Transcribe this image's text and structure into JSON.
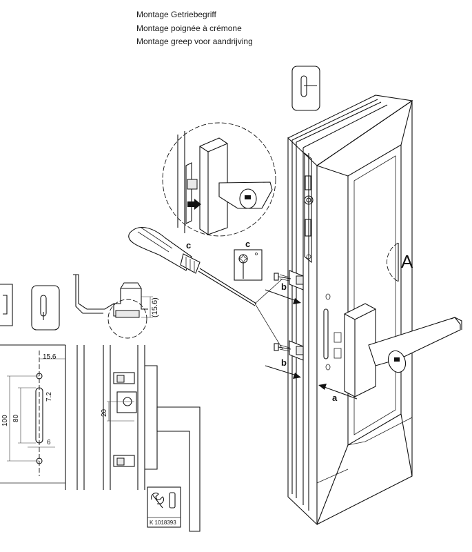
{
  "titles": [
    "Montage Getriebegriff",
    "Montage poignée à crémone",
    "Montage greep voor aandrijving"
  ],
  "labels": {
    "detail_a": "A",
    "step_a": "a",
    "step_b": "b",
    "step_c": "c",
    "tool_c": "c"
  },
  "dimensions": {
    "profile_depth": "(15.6)",
    "backset": "15.6",
    "offset_7_2": "7.2",
    "spacing_100": "100",
    "spacing_80": "80",
    "hole_6": "6",
    "spindle_20": "20"
  },
  "article_number": "K 1018393"
}
